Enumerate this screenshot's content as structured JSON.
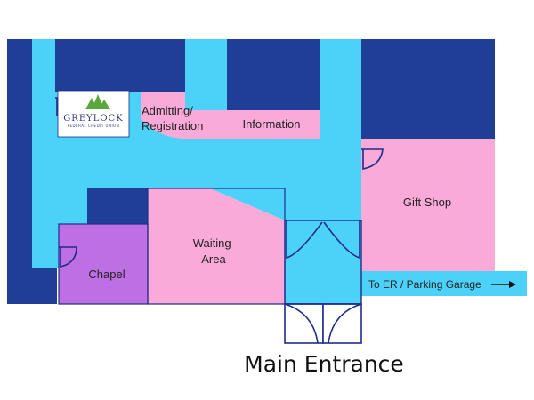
{
  "map": {
    "rooms": {
      "admitting": [
        "Admitting/",
        "Registration"
      ],
      "information": "Information",
      "gift_shop": "Gift Shop",
      "waiting_area": [
        "Waiting",
        "Area"
      ],
      "chapel": "Chapel"
    },
    "directions": {
      "er_parking": "To ER / Parking Garage"
    },
    "entrance_label": "Main Entrance",
    "logo": {
      "name": "GREYLOCK",
      "subtitle": "FEDERAL CREDIT UNION"
    },
    "colors": {
      "wall_dark_blue": "#1f3f96",
      "corridor_light_blue": "#4cd2f8",
      "room_pink": "#f9aad8",
      "chapel_purple": "#bd6fe3",
      "outline_blue": "#1f2c8a",
      "logo_green": "#5aa83c"
    },
    "icons": [
      "tree-logo-icon",
      "arrow-right-icon",
      "door-swing-icon"
    ]
  }
}
